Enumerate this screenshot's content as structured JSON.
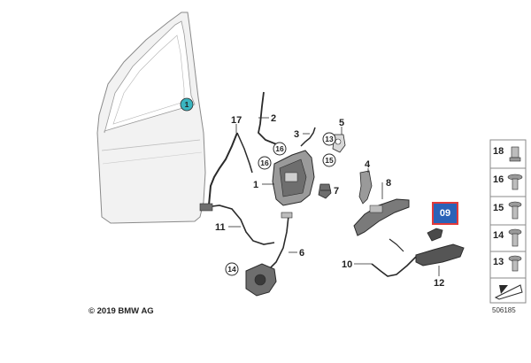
{
  "copyright": "© 2019 BMW AG",
  "diagram_number": "506185",
  "highlighted_part": "09",
  "callouts": {
    "c1": "1",
    "c2": "2",
    "c3": "3",
    "c4": "4",
    "c5": "5",
    "c6": "6",
    "c7": "7",
    "c8": "8",
    "c10": "10",
    "c11": "11",
    "c12": "12",
    "c13": "13",
    "c14": "14",
    "c15": "15",
    "c16": "16",
    "c17": "17",
    "c18": "18",
    "door": "1",
    "circ13": "13",
    "circ14": "14",
    "circ15": "15",
    "circ16": "16",
    "circ16b": "16"
  },
  "fastener_panel": [
    {
      "label": "18"
    },
    {
      "label": "16"
    },
    {
      "label": "15"
    },
    {
      "label": "14"
    },
    {
      "label": "13"
    }
  ],
  "colors": {
    "line": "#2a2a2a",
    "part_fill": "#d8d8d8",
    "highlight": "#2a62b8",
    "highlight_border": "#e23a3a",
    "door_badge": "#3ab5c0"
  }
}
